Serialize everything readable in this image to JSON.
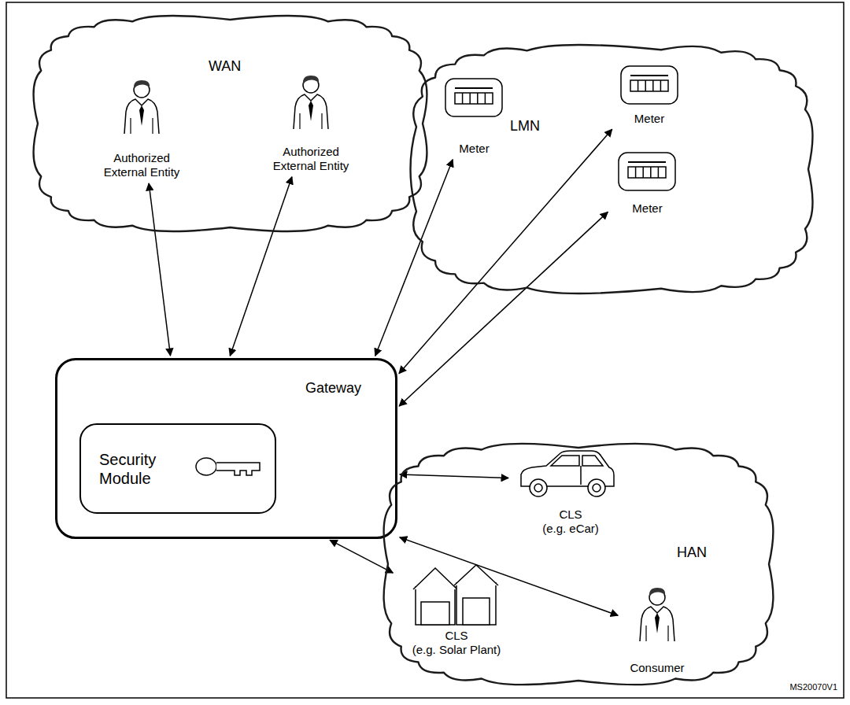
{
  "diagram": {
    "nodes": [
      {
        "text": [
          "WAN"
        ]
      },
      {
        "text": [
          "Authorized External Entity"
        ],
        "in": 0
      },
      {
        "text": [
          "Authorized External Entity"
        ],
        "in": 0
      },
      {
        "text": [
          "LMN"
        ]
      },
      {
        "text": [
          "Meter"
        ],
        "in": 3
      },
      {
        "text": [
          "Meter"
        ],
        "in": 3
      },
      {
        "text": [
          "Meter"
        ],
        "in": 3
      },
      {
        "text": [
          "Gateway"
        ]
      },
      {
        "text": [
          "Security Module"
        ],
        "in": 7
      },
      {
        "text": [
          "HAN"
        ]
      },
      {
        "text": [
          "CLS",
          "(e.g. eCar)"
        ],
        "in": 9
      },
      {
        "text": [
          "CLS",
          "(e.g. Solar Plant)"
        ],
        "in": 9
      },
      {
        "text": [
          "Consumer"
        ],
        "in": 9
      }
    ],
    "edges": [
      {
        "from": 1,
        "to": 7,
        "arrow": "both"
      },
      {
        "from": 2,
        "to": 7,
        "arrow": "both"
      },
      {
        "from": 7,
        "to": 4,
        "arrow": "both"
      },
      {
        "from": 7,
        "to": 5,
        "arrow": "both"
      },
      {
        "from": 7,
        "to": 6,
        "arrow": "both"
      },
      {
        "from": 7,
        "to": 10,
        "arrow": "both"
      },
      {
        "from": 7,
        "to": 11,
        "arrow": "both"
      },
      {
        "from": 7,
        "to": 12,
        "arrow": "both"
      }
    ],
    "labels": [
      "MS20070V1"
    ]
  }
}
